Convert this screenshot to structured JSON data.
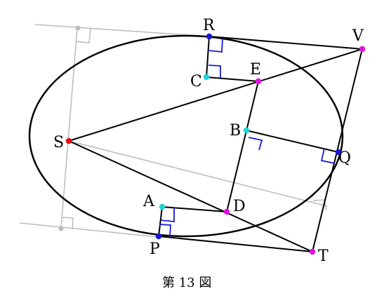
{
  "figure": {
    "caption": "第 13 図",
    "colors": {
      "curve": "#000000",
      "aux_line": "#bbbbbb",
      "right_angle_mark": "#1a1ad6",
      "focus": "#e01010",
      "foot_points": "#22d3d3",
      "tangent_points": "#1515d0",
      "external_points": "#e010e0",
      "gray_points": "#bbbbbb"
    },
    "points": {
      "R": "R",
      "V": "V",
      "C": "C",
      "E": "E",
      "S": "S",
      "B": "B",
      "Q": "Q",
      "A": "A",
      "D": "D",
      "P": "P",
      "T": "T"
    }
  }
}
